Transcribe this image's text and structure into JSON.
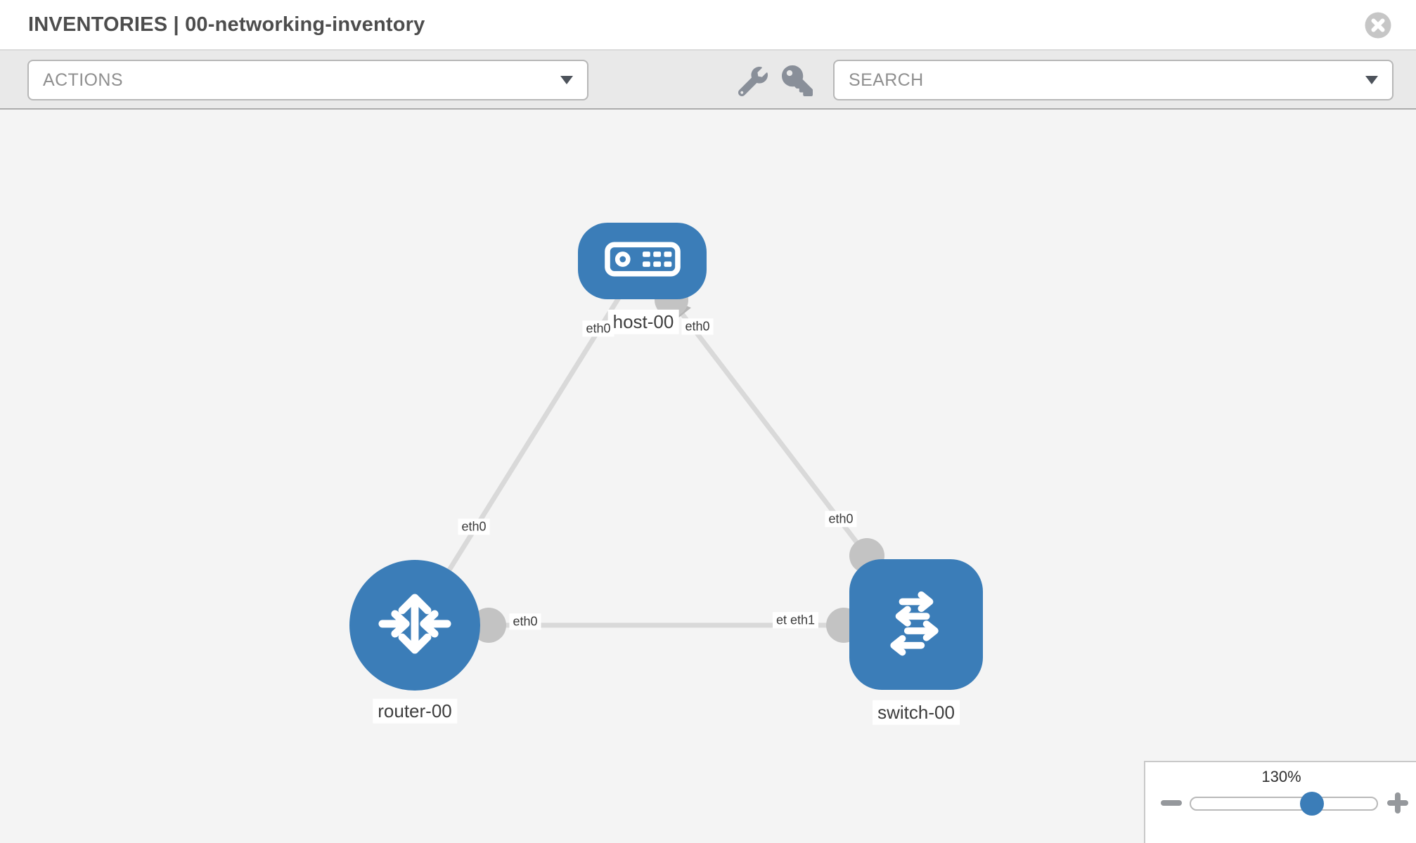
{
  "header": {
    "title": "INVENTORIES | 00-networking-inventory"
  },
  "toolbar": {
    "actions_label": "ACTIONS",
    "search_label": "SEARCH"
  },
  "icons": {
    "header_close": "circle-close-icon",
    "toolbar_left": "wrench-icon",
    "toolbar_right": "key-icon",
    "dropdown_caret": "caret-down-icon",
    "zoom_out": "minus-icon",
    "zoom_in": "plus-icon"
  },
  "topology": {
    "nodes": [
      {
        "label": "host-00",
        "type": "host"
      },
      {
        "label": "router-00",
        "type": "router"
      },
      {
        "label": "switch-00",
        "type": "switch"
      }
    ],
    "links": [
      {
        "source": "host-00",
        "target": "router-00",
        "source_interface": "eth0",
        "target_interface": "eth0"
      },
      {
        "source": "host-00",
        "target": "switch-00",
        "source_interface": "eth0",
        "target_interface": "eth0"
      },
      {
        "source": "router-00",
        "target": "switch-00",
        "source_interface": "eth0",
        "target_interface": "eth1",
        "target_overlapped_label": "eth0"
      }
    ]
  },
  "zoom_control": {
    "level": "130%"
  },
  "colors": {
    "node_blue": "#3b7db8",
    "link_gray": "#d9d9d9",
    "connector_gray": "#c3c3c3",
    "toolbar_bg": "#e9e9e9",
    "canvas_bg": "#f4f4f4"
  }
}
